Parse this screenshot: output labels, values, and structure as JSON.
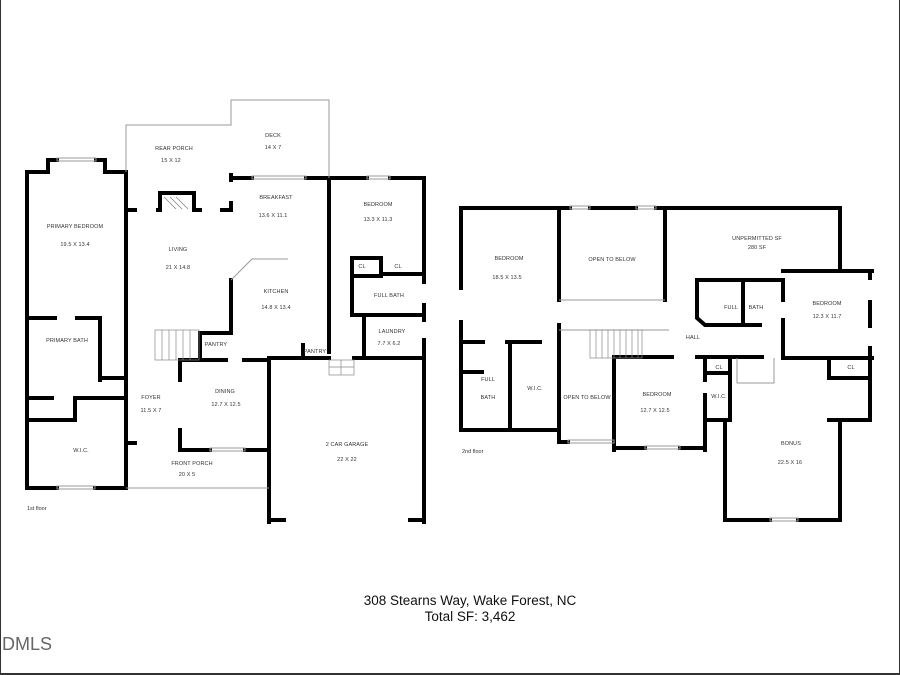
{
  "first_floor": {
    "label": "1st floor",
    "rooms": [
      {
        "name": "REAR PORCH",
        "dims": "15 X 12"
      },
      {
        "name": "DECK",
        "dims": "14 X 7"
      },
      {
        "name": "PRIMARY BEDROOM",
        "dims": "19.5 X 13.4"
      },
      {
        "name": "BREAKFAST",
        "dims": "13.6 X 11.1"
      },
      {
        "name": "BEDROOM",
        "dims": "13.3 X 11.3"
      },
      {
        "name": "LIVING",
        "dims": "21 X 14.8"
      },
      {
        "name": "KITCHEN",
        "dims": "14.8 X 13.4"
      },
      {
        "name": "CL",
        "dims": ""
      },
      {
        "name": "CL",
        "dims": ""
      },
      {
        "name": "FULL BATH",
        "dims": ""
      },
      {
        "name": "PRIMARY BATH",
        "dims": ""
      },
      {
        "name": "PANTRY",
        "dims": ""
      },
      {
        "name": "PANTRY",
        "dims": ""
      },
      {
        "name": "LAUNDRY",
        "dims": "7.7 X 6.2"
      },
      {
        "name": "FOYER",
        "dims": "11.5 X 7"
      },
      {
        "name": "DINING",
        "dims": "12.7 X 12.5"
      },
      {
        "name": "2 CAR GARAGE",
        "dims": "22 X 22"
      },
      {
        "name": "W.I.C.",
        "dims": ""
      },
      {
        "name": "FRONT PORCH",
        "dims": "20 X 5"
      }
    ]
  },
  "second_floor": {
    "label": "2nd floor",
    "rooms": [
      {
        "name": "BEDROOM",
        "dims": "18.5 X 13.5"
      },
      {
        "name": "OPEN TO BELOW",
        "dims": ""
      },
      {
        "name": "UNPERMITTED SF",
        "dims": "280 SF"
      },
      {
        "name": "FULL",
        "dims": ""
      },
      {
        "name": "BATH",
        "dims": ""
      },
      {
        "name": "BEDROOM",
        "dims": "12.3 X 11.7"
      },
      {
        "name": "HALL",
        "dims": ""
      },
      {
        "name": "FULL",
        "dims": ""
      },
      {
        "name": "BATH",
        "dims": ""
      },
      {
        "name": "W.I.C.",
        "dims": ""
      },
      {
        "name": "OPEN TO BELOW",
        "dims": ""
      },
      {
        "name": "BEDROOM",
        "dims": "12.7 X 12.5"
      },
      {
        "name": "CL",
        "dims": ""
      },
      {
        "name": "W.I.C.",
        "dims": ""
      },
      {
        "name": "CL",
        "dims": ""
      },
      {
        "name": "BONUS",
        "dims": "22.5 X 16"
      }
    ]
  },
  "footer": {
    "address": "308 Stearns Way, Wake Forest, NC",
    "total_sf": "Total SF: 3,462"
  },
  "logo": {
    "text": "DMLS"
  }
}
